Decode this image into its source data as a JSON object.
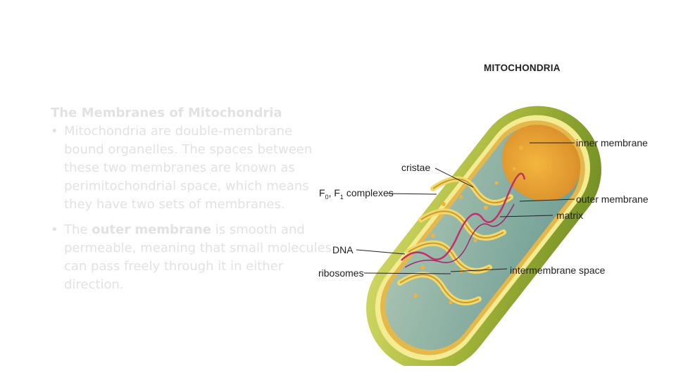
{
  "slide": {
    "heading": "The Membranes of Mitochondria",
    "bullets": [
      {
        "dot": "•",
        "pre": "Mitochondria are double-membrane bound organelles. The spaces between these two membranes are known as perimitochondrial space, which means they have two sets of membranes.",
        "bold": "",
        "post": ""
      },
      {
        "dot": "•",
        "pre": "The ",
        "bold": "outer membrane",
        "post": " is smooth and permeable, meaning that small molecules can pass freely through it in either direction."
      }
    ]
  },
  "figure": {
    "title": "MITOCHONDRIA",
    "labels": {
      "cristae": "cristae",
      "complexes_prefix": "F",
      "complexes_sub0": "0",
      "complexes_mid": ", F",
      "complexes_sub1": "1",
      "complexes_suffix": " complexes",
      "dna": "DNA",
      "ribosomes": "ribosomes",
      "inner_membrane": "inner membrane",
      "outer_membrane": "outer membrane",
      "matrix": "matrix",
      "intermembrane_space": "intermembrane space"
    },
    "colors": {
      "outer": "#7f9a2a",
      "outer_light": "#c5d35a",
      "inner_wall": "#e0b53a",
      "matrix": "#8fb5a6",
      "granule": "#f0b43a",
      "dna": "#c0306a"
    }
  }
}
